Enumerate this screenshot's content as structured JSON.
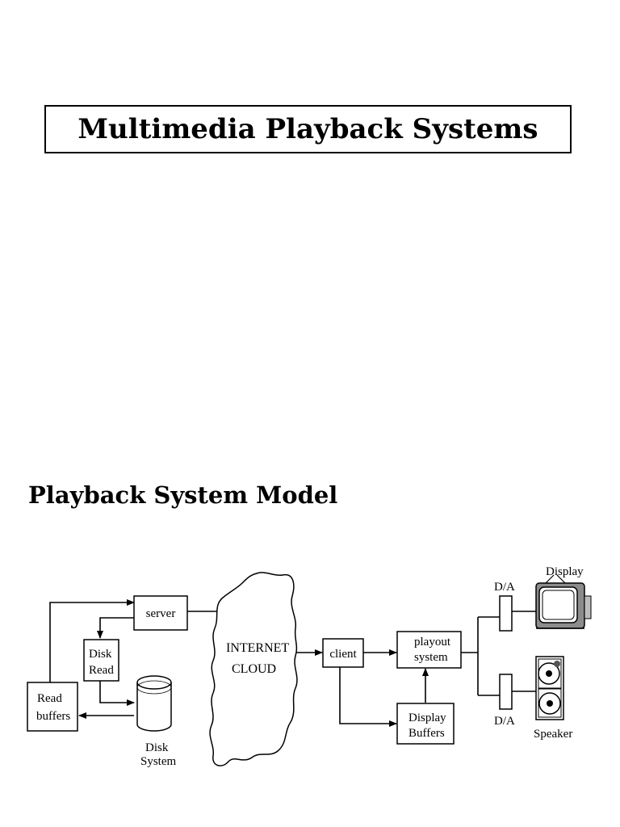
{
  "title": "Multimedia Playback Systems",
  "section_heading": "Playback System Model",
  "diagram": {
    "nodes": {
      "server": [
        "server"
      ],
      "disk_read": [
        "Disk",
        "Read"
      ],
      "read_buffers": [
        "Read",
        "buffers"
      ],
      "disk_system": [
        "Disk",
        "System"
      ],
      "internet_cloud": [
        "INTERNET",
        "CLOUD"
      ],
      "client": [
        "client"
      ],
      "playout_system": [
        "playout",
        "system"
      ],
      "display_buffers": [
        "Display",
        "Buffers"
      ],
      "da_top": [
        "D/A"
      ],
      "da_bottom": [
        "D/A"
      ],
      "display": [
        "Display"
      ],
      "speaker": [
        "Speaker"
      ]
    },
    "edges": [
      {
        "from": "read_buffers",
        "to": "server"
      },
      {
        "from": "server",
        "to": "internet_cloud"
      },
      {
        "from": "server",
        "to": "disk_read"
      },
      {
        "from": "disk_read",
        "to": "disk_system"
      },
      {
        "from": "disk_system",
        "to": "read_buffers"
      },
      {
        "from": "internet_cloud",
        "to": "client"
      },
      {
        "from": "client",
        "to": "playout_system"
      },
      {
        "from": "client",
        "to": "display_buffers"
      },
      {
        "from": "display_buffers",
        "to": "playout_system"
      },
      {
        "from": "playout_system",
        "to": "da_top"
      },
      {
        "from": "playout_system",
        "to": "da_bottom"
      },
      {
        "from": "da_top",
        "to": "display"
      },
      {
        "from": "da_bottom",
        "to": "speaker"
      }
    ]
  }
}
